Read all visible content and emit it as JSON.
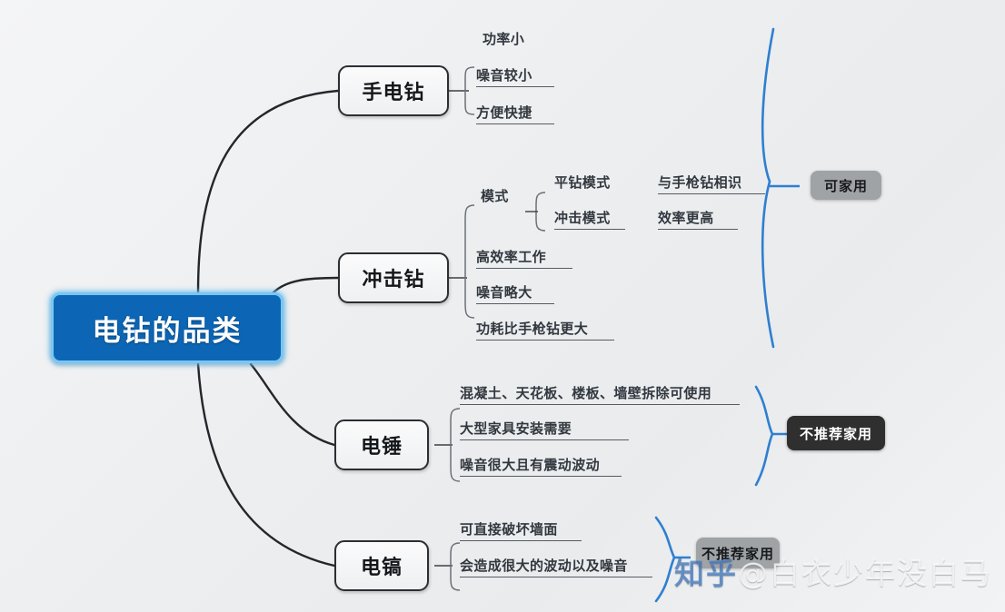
{
  "diagram": {
    "type": "mindmap",
    "root": {
      "label": "电钻的品类"
    },
    "branches": [
      {
        "id": "hand-drill",
        "label": "手电钻",
        "children": [
          {
            "label": "功率小"
          },
          {
            "label": "噪音较小"
          },
          {
            "label": "方便快捷"
          }
        ]
      },
      {
        "id": "impact-drill",
        "label": "冲击钻",
        "children": [
          {
            "label": "模式"
          },
          {
            "label": "高效率工作"
          },
          {
            "label": "噪音略大"
          },
          {
            "label": "功耗比手枪钻更大"
          }
        ],
        "modes": [
          {
            "label": "平钻模式",
            "detail": "与手枪钻相识"
          },
          {
            "label": "冲击模式",
            "detail": "效率更高"
          }
        ]
      },
      {
        "id": "electric-hammer",
        "label": "电锤",
        "children": [
          {
            "label": "混凝土、天花板、楼板、墙壁拆除可使用"
          },
          {
            "label": "大型家具安装需要"
          },
          {
            "label": "噪音很大且有震动波动"
          }
        ]
      },
      {
        "id": "electric-pick",
        "label": "电镐",
        "children": [
          {
            "label": "可直接破坏墙面"
          },
          {
            "label": "会造成很大的波动以及噪音"
          }
        ]
      }
    ],
    "badges": [
      {
        "id": "home-use",
        "label": "可家用",
        "style": "gray"
      },
      {
        "id": "not-recommended",
        "label": "不推荐家用",
        "style": "dark"
      },
      {
        "id": "pick-usage",
        "label": "不推荐家用",
        "style": "gray"
      }
    ],
    "colors": {
      "root_fill": "#0d66b5",
      "root_glow": "#79c7f2",
      "brace": "#2f7fd0",
      "node_border": "#2b2f33",
      "badge_gray": "#a0a3a5",
      "badge_dark": "#2f2f2f"
    }
  },
  "watermark": {
    "site": "知乎",
    "handle": "@白衣少年没白马"
  }
}
